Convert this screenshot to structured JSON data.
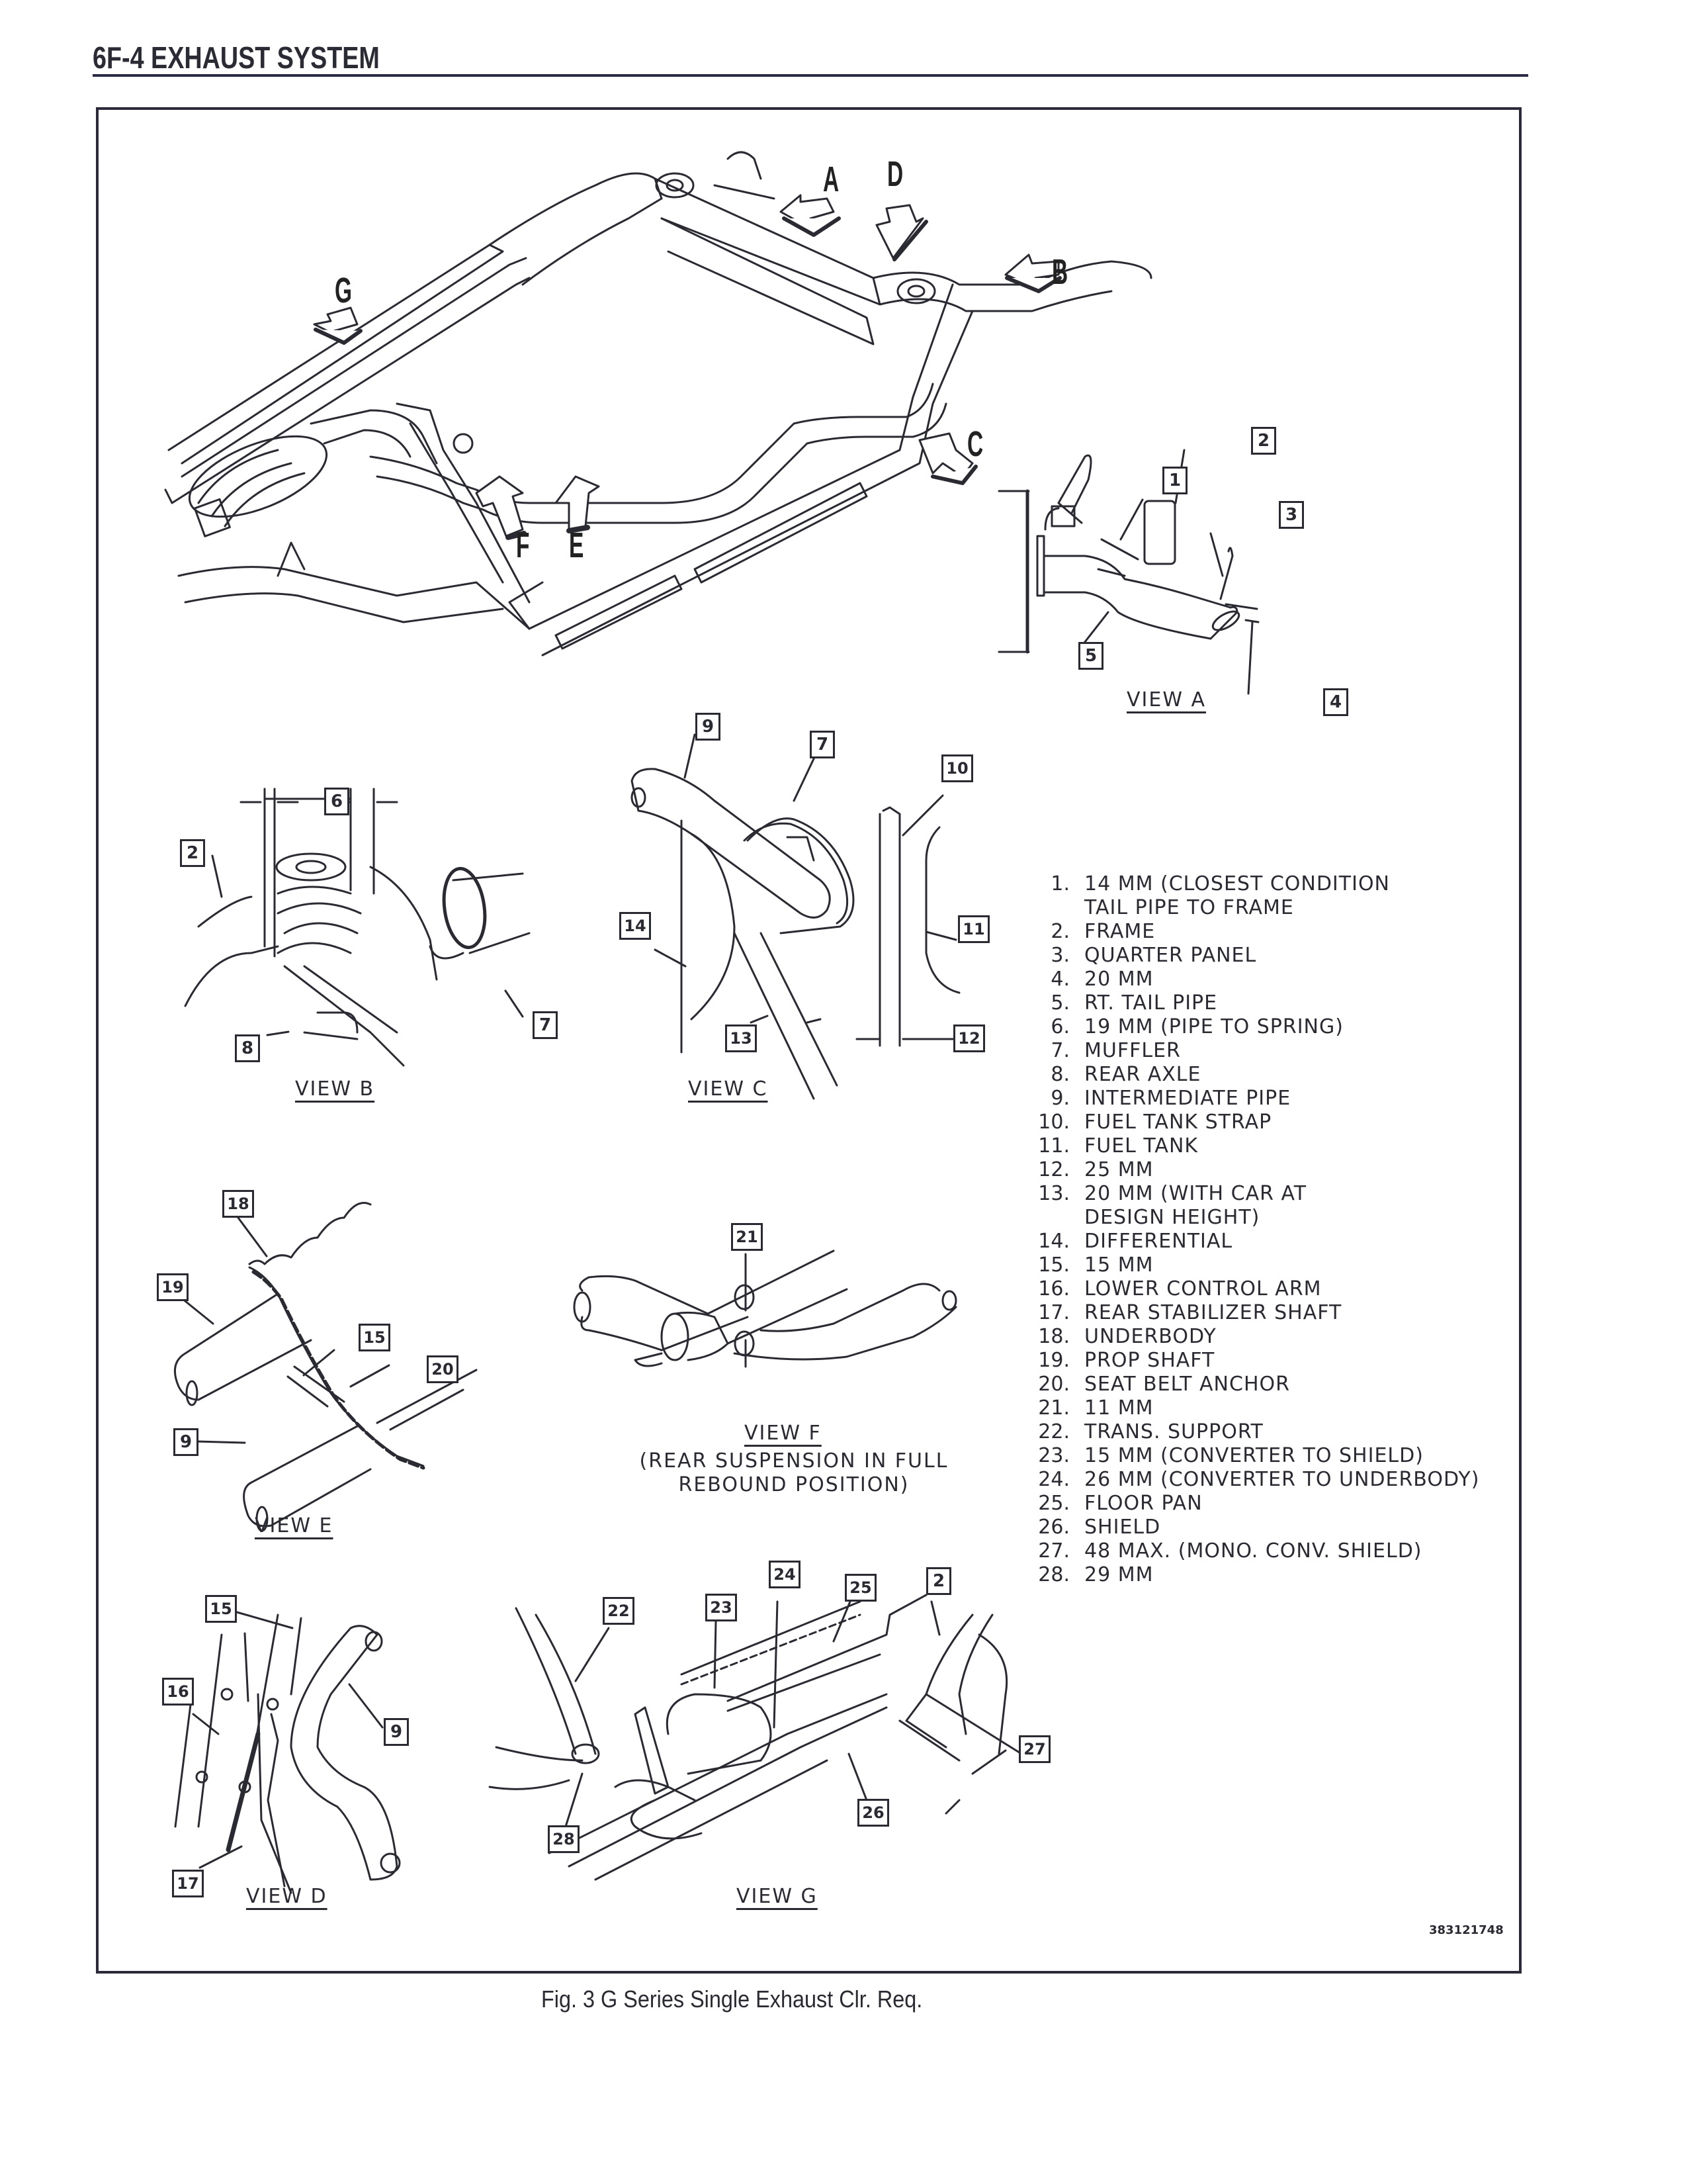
{
  "header": {
    "section_title": "6F-4  EXHAUST SYSTEM"
  },
  "figure": {
    "caption": "Fig. 3 G Series Single Exhaust Clr. Req.",
    "code": "383121748",
    "view_arrows": [
      "A",
      "B",
      "C",
      "D",
      "E",
      "F",
      "G"
    ],
    "views": {
      "a": "VIEW A",
      "b": "VIEW B",
      "c": "VIEW C",
      "d": "VIEW D",
      "e": "VIEW E",
      "f": "VIEW F",
      "f_note_1": "(REAR SUSPENSION IN FULL",
      "f_note_2": "REBOUND POSITION)",
      "g": "VIEW G"
    },
    "callouts": {
      "view_a": [
        "1",
        "2",
        "3",
        "4",
        "5"
      ],
      "view_b": [
        "6",
        "2",
        "7",
        "8"
      ],
      "view_c": [
        "9",
        "7",
        "10",
        "14",
        "11",
        "13",
        "12"
      ],
      "view_e": [
        "18",
        "19",
        "15",
        "20",
        "9"
      ],
      "view_f": [
        "21"
      ],
      "view_d": [
        "15",
        "16",
        "9",
        "17"
      ],
      "view_g": [
        "24",
        "25",
        "2",
        "22",
        "23",
        "27",
        "26",
        "28"
      ]
    }
  },
  "legend": [
    {
      "num": "1.",
      "text": "14 MM (CLOSEST CONDITION",
      "cont": "TAIL PIPE TO FRAME"
    },
    {
      "num": "2.",
      "text": "FRAME"
    },
    {
      "num": "3.",
      "text": "QUARTER PANEL"
    },
    {
      "num": "4.",
      "text": "20 MM"
    },
    {
      "num": "5.",
      "text": "RT. TAIL PIPE"
    },
    {
      "num": "6.",
      "text": "19 MM (PIPE TO SPRING)"
    },
    {
      "num": "7.",
      "text": "MUFFLER"
    },
    {
      "num": "8.",
      "text": "REAR AXLE"
    },
    {
      "num": "9.",
      "text": "INTERMEDIATE PIPE"
    },
    {
      "num": "10.",
      "text": "FUEL TANK STRAP"
    },
    {
      "num": "11.",
      "text": "FUEL TANK"
    },
    {
      "num": "12.",
      "text": "25 MM"
    },
    {
      "num": "13.",
      "text": "20 MM (WITH CAR AT",
      "cont": "DESIGN HEIGHT)"
    },
    {
      "num": "14.",
      "text": "DIFFERENTIAL"
    },
    {
      "num": "15.",
      "text": "15 MM"
    },
    {
      "num": "16.",
      "text": "LOWER CONTROL ARM"
    },
    {
      "num": "17.",
      "text": "REAR STABILIZER SHAFT"
    },
    {
      "num": "18.",
      "text": "UNDERBODY"
    },
    {
      "num": "19.",
      "text": "PROP SHAFT"
    },
    {
      "num": "20.",
      "text": "SEAT BELT ANCHOR"
    },
    {
      "num": "21.",
      "text": "11 MM"
    },
    {
      "num": "22.",
      "text": "TRANS. SUPPORT"
    },
    {
      "num": "23.",
      "text": "15 MM (CONVERTER TO SHIELD)"
    },
    {
      "num": "24.",
      "text": "26 MM (CONVERTER TO UNDERBODY)"
    },
    {
      "num": "25.",
      "text": "FLOOR PAN"
    },
    {
      "num": "26.",
      "text": "SHIELD"
    },
    {
      "num": "27.",
      "text": "48 MAX. (MONO. CONV. SHIELD)"
    },
    {
      "num": "28.",
      "text": "29 MM"
    }
  ],
  "colors": {
    "ink": "#2a2a33",
    "paper": "#ffffff"
  }
}
